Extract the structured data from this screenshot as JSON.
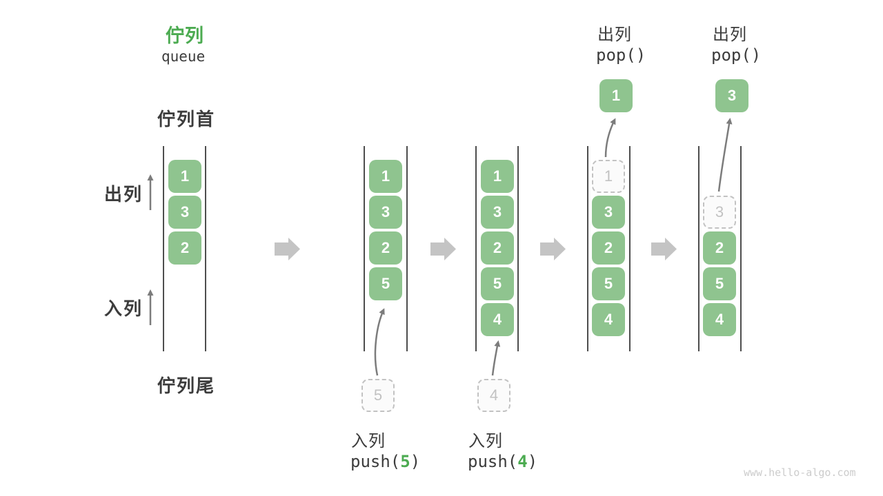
{
  "title": {
    "zh": "佇列",
    "en": "queue"
  },
  "labels": {
    "front": "佇列首",
    "rear": "佇列尾",
    "dequeue": "出列",
    "enqueue": "入列"
  },
  "columns": [
    {
      "cells": [
        {
          "value": "1",
          "style": "solid"
        },
        {
          "value": "3",
          "style": "solid"
        },
        {
          "value": "2",
          "style": "solid"
        }
      ]
    },
    {
      "cells": [
        {
          "value": "1",
          "style": "solid"
        },
        {
          "value": "3",
          "style": "solid"
        },
        {
          "value": "2",
          "style": "solid"
        },
        {
          "value": "5",
          "style": "solid"
        }
      ]
    },
    {
      "cells": [
        {
          "value": "1",
          "style": "solid"
        },
        {
          "value": "3",
          "style": "solid"
        },
        {
          "value": "2",
          "style": "solid"
        },
        {
          "value": "5",
          "style": "solid"
        },
        {
          "value": "4",
          "style": "solid"
        }
      ]
    },
    {
      "cells": [
        {
          "value": "1",
          "style": "dashed"
        },
        {
          "value": "3",
          "style": "solid"
        },
        {
          "value": "2",
          "style": "solid"
        },
        {
          "value": "5",
          "style": "solid"
        },
        {
          "value": "4",
          "style": "solid"
        }
      ]
    },
    {
      "cells": [
        {
          "value": "3",
          "style": "dashed"
        },
        {
          "value": "2",
          "style": "solid"
        },
        {
          "value": "5",
          "style": "solid"
        },
        {
          "value": "4",
          "style": "solid"
        }
      ]
    }
  ],
  "operations": {
    "push_a": {
      "label": "入列",
      "code_before": "push(",
      "arg": "5",
      "code_after": ")",
      "staged_value": "5"
    },
    "push_b": {
      "label": "入列",
      "code_before": "push(",
      "arg": "4",
      "code_after": ")",
      "staged_value": "4"
    },
    "pop_a": {
      "label": "出列",
      "code": "pop()",
      "popped_value": "1"
    },
    "pop_b": {
      "label": "出列",
      "code": "pop()",
      "popped_value": "3"
    }
  },
  "colors": {
    "box_green": "#8fc48f",
    "accent_green": "#4cab51",
    "text_dark": "#3c3c3c",
    "line_dark": "#4d4d4d",
    "thin_arrow_gray": "#7c7c7c",
    "block_arrow_gray": "#c4c4c4",
    "dashed_gray": "#c2c2c2",
    "watermark_gray": "#cccccc"
  },
  "watermark": "www.hello-algo.com"
}
